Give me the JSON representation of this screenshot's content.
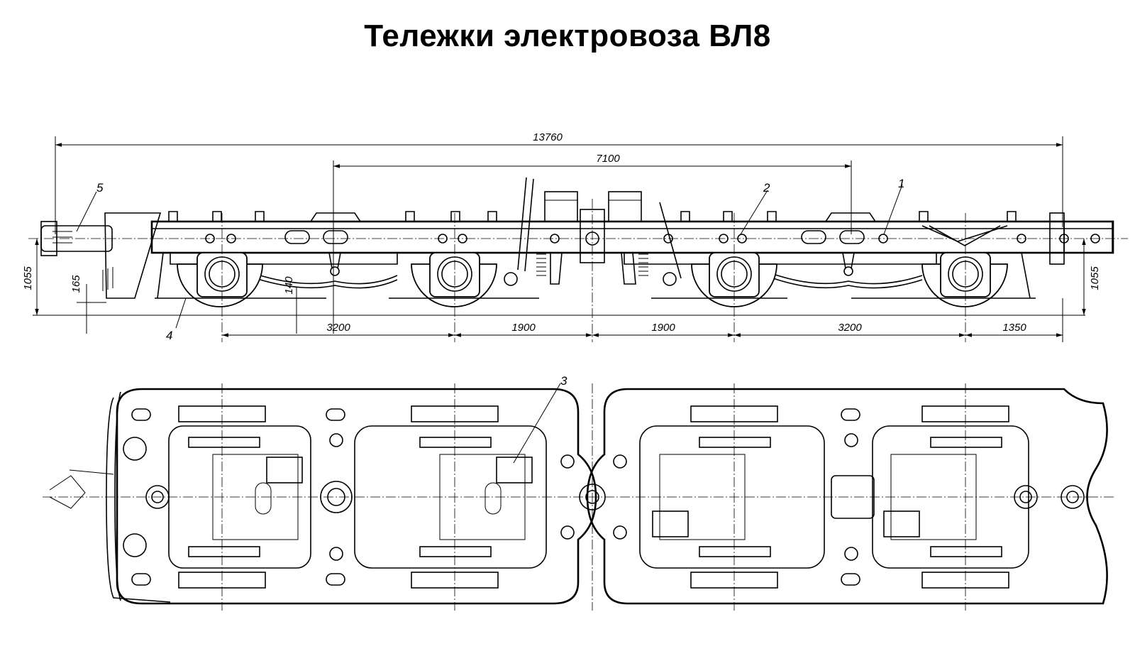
{
  "title": "Тележки электровоза ВЛ8",
  "dimensions": {
    "overall_length": "13760",
    "bogie_base": "7100",
    "wheelbase_1": "3200",
    "axle_to_center_1": "1900",
    "axle_to_center_2": "1900",
    "wheelbase_2": "3200",
    "end_overhang": "1350",
    "height_left": "1055",
    "height_right": "1055",
    "clearance_165": "165",
    "clearance_140": "140"
  },
  "callouts": {
    "c1": "1",
    "c2": "2",
    "c3": "3",
    "c4": "4",
    "c5": "5"
  }
}
